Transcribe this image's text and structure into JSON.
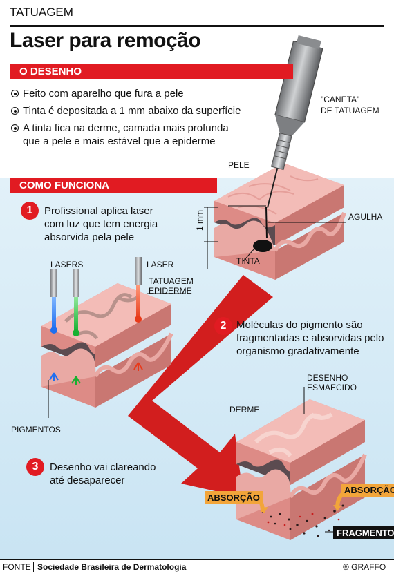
{
  "kicker": "TATUAGEM",
  "headline": "Laser para remoção",
  "section1": {
    "title": "O DESENHO",
    "bullets": [
      "Feito com aparelho que fura a pele",
      "Tinta é depositada a 1 mm abaixo da superfície",
      "A tinta fica na derme, camada mais profunda",
      "que a pele e mais estável que a epiderme"
    ]
  },
  "pen_label": [
    "\"CANETA\"",
    "DE TATUAGEM"
  ],
  "top_block": {
    "pele": "PELE",
    "agulha": "AGULHA",
    "tinta": "TINTA",
    "depth": "1 mm"
  },
  "section2": {
    "title": "COMO FUNCIONA"
  },
  "steps": [
    {
      "num": "1",
      "lines": [
        "Profissional aplica laser",
        "com luz que tem energia",
        "absorvida pela pele"
      ]
    },
    {
      "num": "2",
      "lines": [
        "Moléculas do pigmento são",
        "fragmentadas e absorvidas pelo",
        "organismo gradativamente"
      ]
    },
    {
      "num": "3",
      "lines": [
        "Desenho vai clareando",
        "até desaparecer"
      ]
    }
  ],
  "laser_block": {
    "lasers": "LASERS",
    "laser": "LASER",
    "tatuagem_epiderme": [
      "TATUAGEM",
      "EPIDERME"
    ],
    "pigmentos": "PIGMENTOS",
    "laser_colors": [
      "#1e6ff0",
      "#18b030",
      "#e83a1a"
    ]
  },
  "result_block": {
    "desenho": [
      "DESENHO",
      "ESMAECIDO"
    ],
    "derme": "DERME",
    "absorcao_left": "ABSORÇÃO",
    "absorcao_right": "ABSORÇÃO",
    "fragmentos": "FRAGMENTOS"
  },
  "footer": {
    "fonte_label": "FONTE",
    "fonte": "Sociedade Brasileira de Dermatologia",
    "credit": "® GRAFFO"
  },
  "colors": {
    "accent": "#e11b22",
    "sky": "#d6ecf7",
    "skin_top": "#f2b8b4",
    "skin_side": "#df8f8a",
    "derm": "#e7a6a2",
    "absorption": "#f2a53a"
  }
}
